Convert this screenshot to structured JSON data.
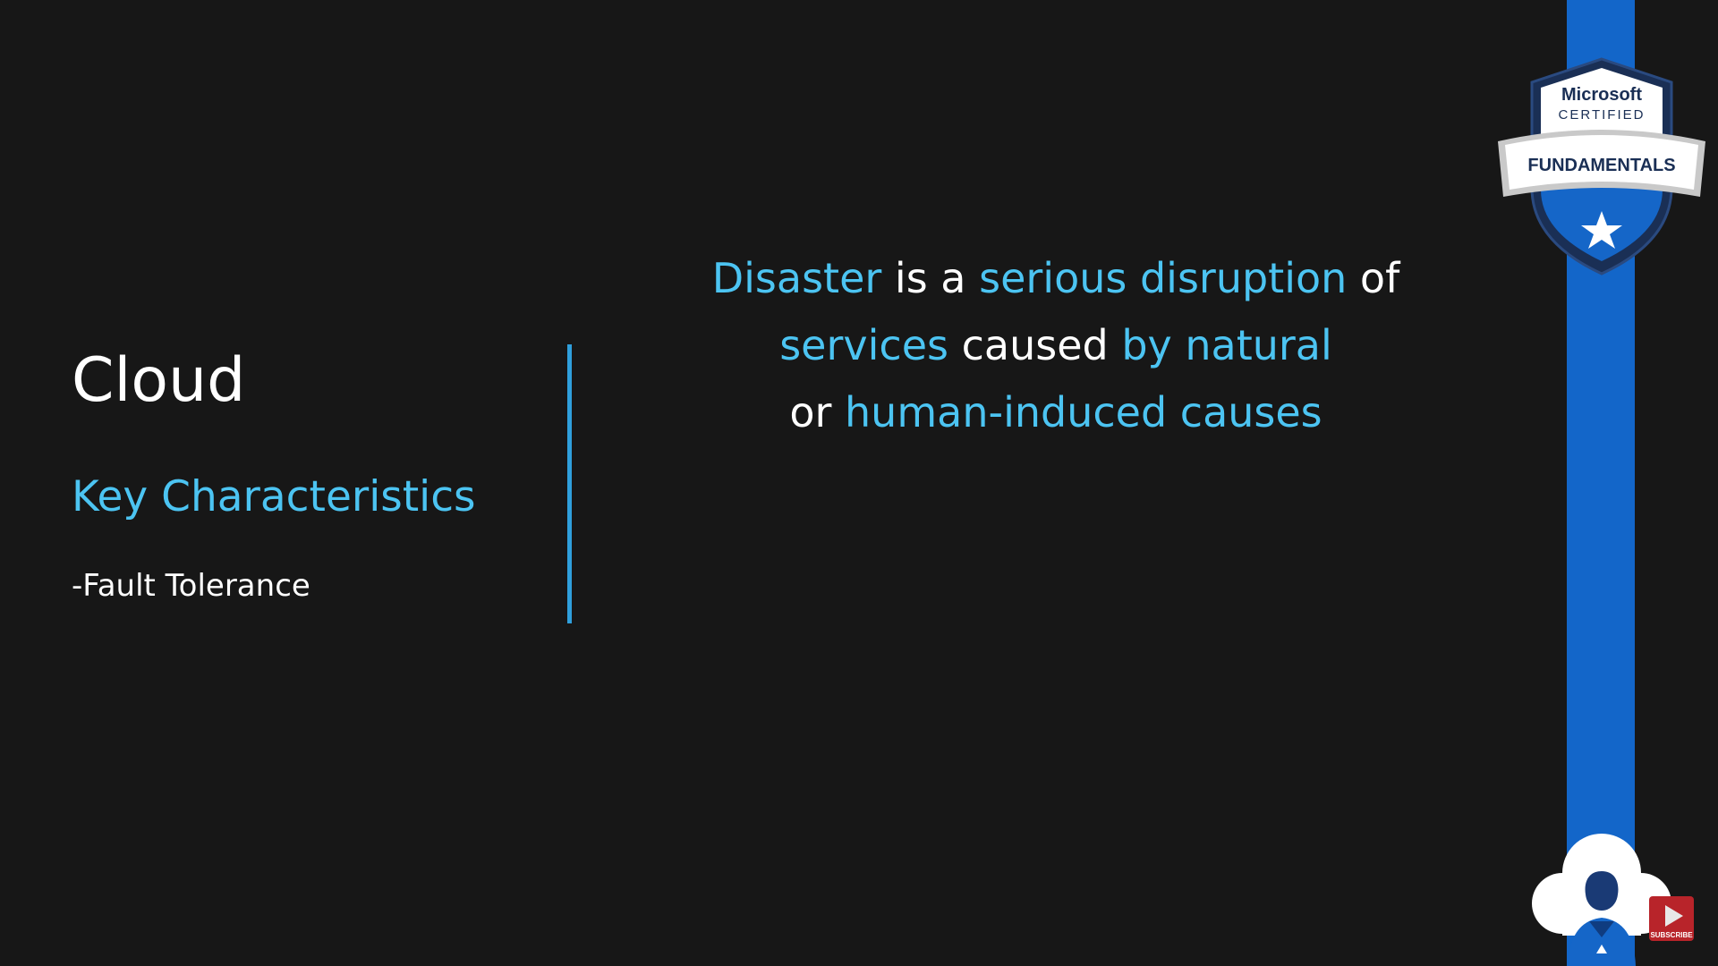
{
  "slide": {
    "title": "Cloud",
    "subtitle": "Key Characteristics",
    "point": "-Fault Tolerance",
    "statement": {
      "line1": [
        {
          "text": "Disaster",
          "highlight": true
        },
        {
          "text": " is a ",
          "highlight": false
        },
        {
          "text": "serious disruption",
          "highlight": true
        },
        {
          "text": " of",
          "highlight": false
        }
      ],
      "line2": [
        {
          "text": "services",
          "highlight": true
        },
        {
          "text": " caused ",
          "highlight": false
        },
        {
          "text": "by natural",
          "highlight": true
        }
      ],
      "line3": [
        {
          "text": "or ",
          "highlight": false
        },
        {
          "text": "human-induced causes",
          "highlight": true
        }
      ]
    }
  },
  "badge": {
    "brand": "Microsoft",
    "certified": "CERTIFIED",
    "level": "FUNDAMENTALS"
  },
  "subscribe_label": "SUBSCRIBE",
  "colors": {
    "background": "#171717",
    "highlight": "#4cc4f2",
    "divider": "#2f9fdc",
    "stripe": "#1366c9",
    "text": "#ffffff"
  },
  "icons": {
    "badge": "certification-badge-icon",
    "star": "star-icon",
    "mascot": "cloud-avatar-icon",
    "subscribe": "subscribe-play-icon"
  }
}
